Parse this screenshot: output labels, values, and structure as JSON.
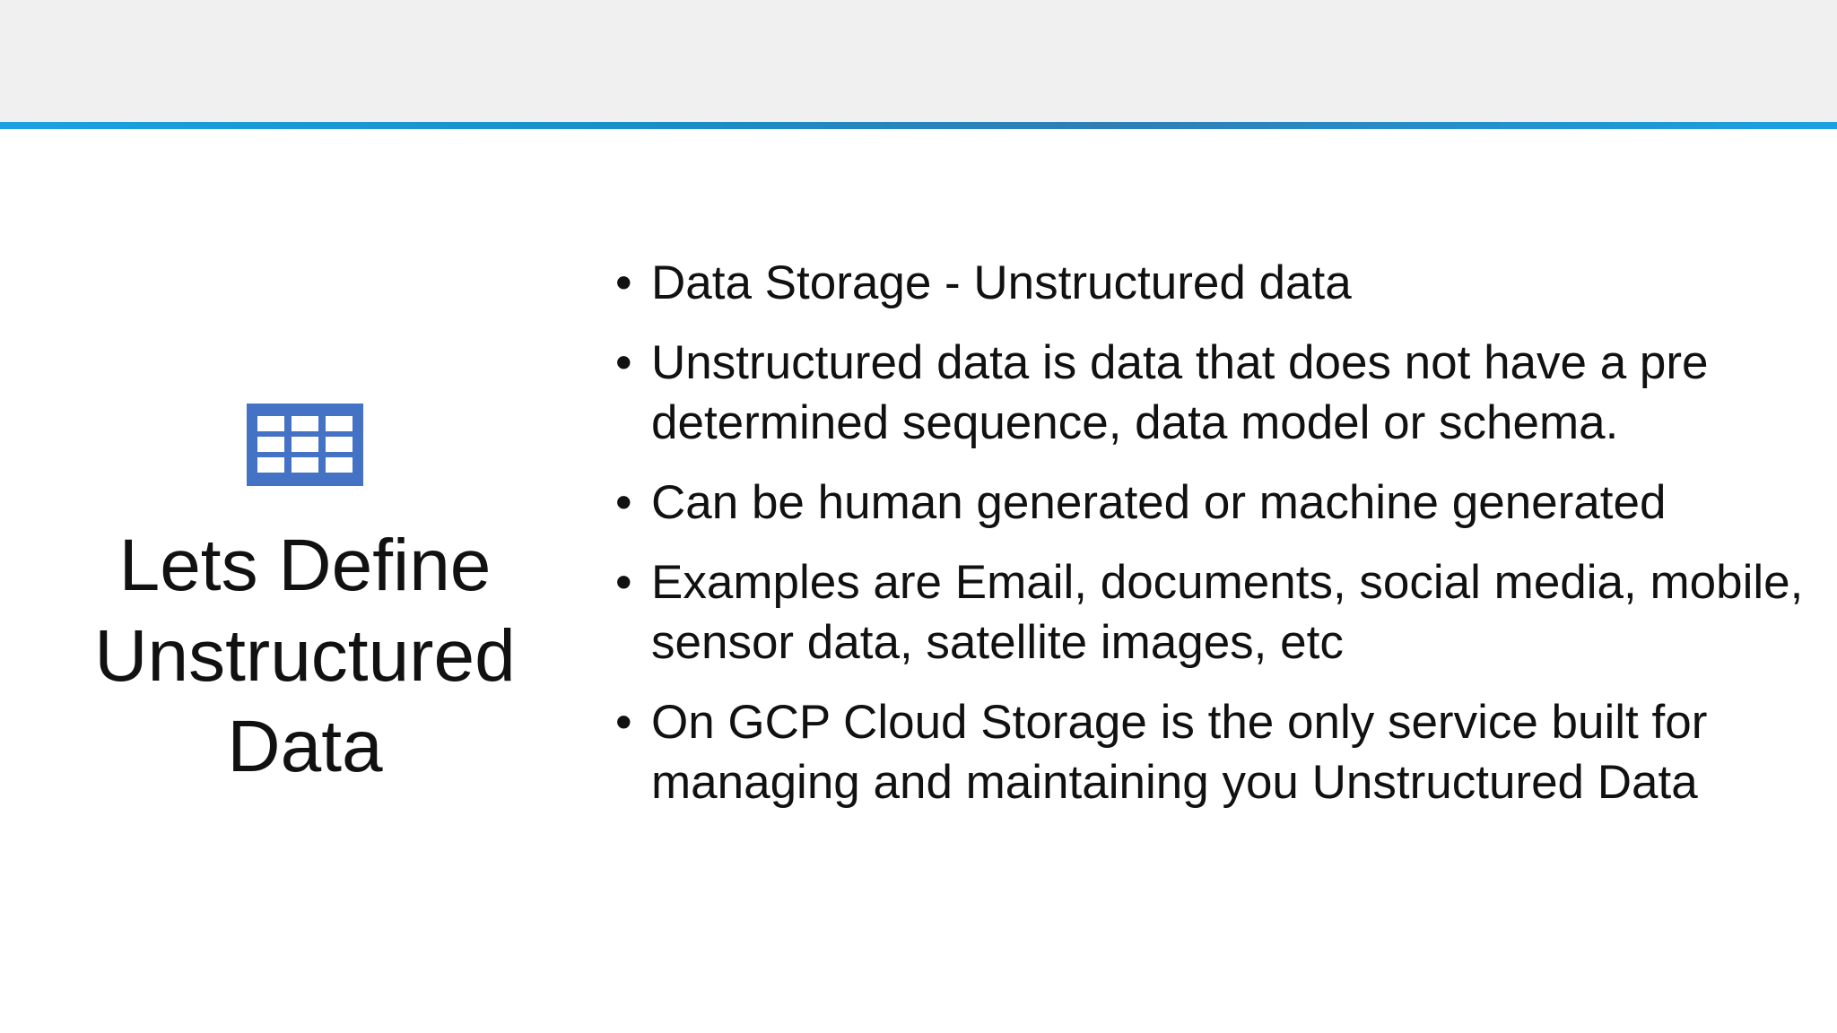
{
  "slide": {
    "title_lines": [
      "Lets Define",
      "Unstructured",
      "Data"
    ],
    "icon": "table-icon",
    "bullets": [
      "Data Storage  - Unstructured data",
      "Unstructured data is data that does not have a pre determined sequence, data model or schema.",
      "Can be human generated or machine generated",
      "Examples are Email, documents, social media, mobile, sensor data, satellite images, etc",
      "On GCP Cloud Storage is the only service built for managing and maintaining you Unstructured Data"
    ],
    "bullet_glyph": "•"
  },
  "colors": {
    "top_band": "#f0f0f0",
    "accent": "#1ba1e2",
    "icon_blue": "#4472c4",
    "text": "#111111"
  }
}
